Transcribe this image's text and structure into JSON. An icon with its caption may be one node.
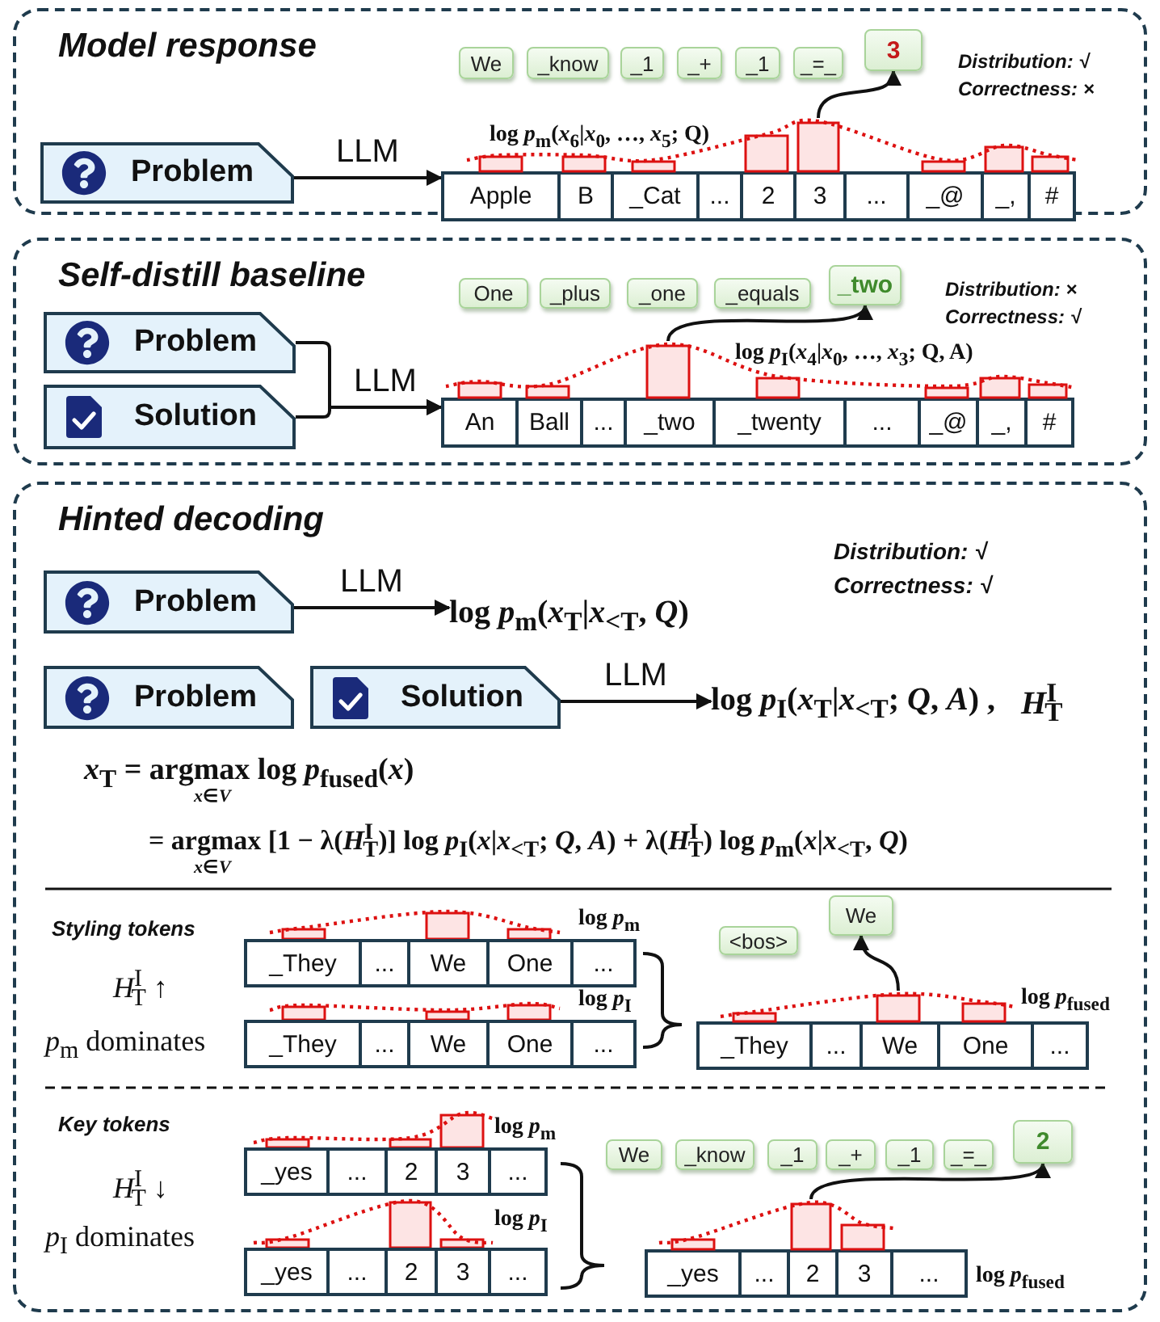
{
  "diagram": {
    "nodes": [
      {
        "text": [
          "Model response"
        ]
      },
      {
        "text": [
          "Problem"
        ],
        "in": 0
      },
      {
        "text": [
          "Apple",
          "B",
          "_Cat",
          "...",
          "2",
          "3",
          "...",
          "_@",
          "_,",
          "#"
        ],
        "in": 0
      },
      {
        "text": [
          "We"
        ],
        "in": 0
      },
      {
        "text": [
          "_know"
        ],
        "in": 0
      },
      {
        "text": [
          "_1"
        ],
        "in": 0
      },
      {
        "text": [
          "_+"
        ],
        "in": 0
      },
      {
        "text": [
          "_1"
        ],
        "in": 0
      },
      {
        "text": [
          "_=_"
        ],
        "in": 0
      },
      {
        "text": [
          "3"
        ],
        "in": 0
      },
      {
        "text": [],
        "shape": "picture",
        "in": 0
      },
      {
        "text": [
          "Self-distill baseline"
        ]
      },
      {
        "text": [
          "Problem"
        ],
        "in": 11
      },
      {
        "text": [
          "Solution"
        ],
        "in": 11
      },
      {
        "text": [
          "An",
          "Ball",
          "...",
          "_two",
          "_twenty",
          "...",
          "_@",
          "_,",
          "#"
        ],
        "in": 11
      },
      {
        "text": [
          "One"
        ],
        "in": 11
      },
      {
        "text": [
          "_plus"
        ],
        "in": 11
      },
      {
        "text": [
          "_one"
        ],
        "in": 11
      },
      {
        "text": [
          "_equals"
        ],
        "in": 11
      },
      {
        "text": [
          "_two"
        ],
        "in": 11
      },
      {
        "text": [],
        "shape": "picture",
        "in": 11
      },
      {
        "text": [
          "Hinted decoding"
        ]
      },
      {
        "text": [
          "Problem"
        ],
        "in": 21
      },
      {
        "text": [
          "log *p*$_{m}$(*x*$_{T}$|*x*$_{<T}$, *Q*)"
        ],
        "in": 21
      },
      {
        "text": [
          "Problem"
        ],
        "in": 21
      },
      {
        "text": [
          "Solution"
        ],
        "in": 21
      },
      {
        "text": [
          "log *p*$_{I}$(*x*$_{T}$|*x*$_{<T}$; *Q*, *A*) ,",
          "*H*$^{I}$$_{T}$"
        ],
        "in": 21
      },
      {
        "text": [
          "_They",
          "...",
          "We",
          "One",
          "..."
        ],
        "in": 21,
        "beside": [
          "log *p*$_{m}$"
        ]
      },
      {
        "text": [
          "_They",
          "...",
          "We",
          "One",
          "..."
        ],
        "in": 21,
        "beside": [
          "log *p*$_{I}$"
        ]
      },
      {
        "text": [
          "_They",
          "...",
          "We",
          "One",
          "..."
        ],
        "in": 21,
        "beside": [
          "log *p*$_{fused}$"
        ]
      },
      {
        "text": [
          "<bos>"
        ],
        "in": 21
      },
      {
        "text": [
          "We"
        ],
        "in": 21
      },
      {
        "text": [],
        "shape": "picture",
        "in": 21
      },
      {
        "text": [
          "_yes",
          "...",
          "2",
          "3",
          "..."
        ],
        "in": 21,
        "beside": [
          "log *p*$_{m}$"
        ]
      },
      {
        "text": [
          "_yes",
          "...",
          "2",
          "3",
          "..."
        ],
        "in": 21,
        "beside": [
          "log *p*$_{I}$"
        ]
      },
      {
        "text": [
          "_yes",
          "...",
          "2",
          "3",
          "..."
        ],
        "in": 21,
        "beside": [
          "log *p*$_{fused}$"
        ]
      },
      {
        "text": [
          "We"
        ],
        "in": 21
      },
      {
        "text": [
          "_know"
        ],
        "in": 21
      },
      {
        "text": [
          "_1"
        ],
        "in": 21
      },
      {
        "text": [
          "_+"
        ],
        "in": 21
      },
      {
        "text": [
          "_1"
        ],
        "in": 21
      },
      {
        "text": [
          "_=_"
        ],
        "in": 21
      },
      {
        "text": [
          "2"
        ],
        "in": 21
      },
      {
        "text": [],
        "shape": "picture",
        "in": 21
      }
    ],
    "edges": [
      {
        "from": 1,
        "to": 2,
        "arrow": "to",
        "label": "LLM"
      },
      {
        "from": 10,
        "to": 9,
        "arrow": "to"
      },
      {
        "from": 12,
        "to": 14,
        "arrow": "to",
        "label": "LLM"
      },
      {
        "from": 13,
        "to": 14,
        "arrow": "to"
      },
      {
        "from": 20,
        "to": 19,
        "arrow": "to"
      },
      {
        "from": 22,
        "to": 23,
        "arrow": "to",
        "label": "LLM"
      },
      {
        "from": 25,
        "to": 26,
        "arrow": "to",
        "label": "LLM"
      },
      {
        "from": 32,
        "to": 31,
        "arrow": "to"
      },
      {
        "from": 43,
        "to": 42,
        "arrow": "to"
      }
    ],
    "labels": [
      "Distribution: √",
      "Correctness: ×",
      "log *p*$_{m}$(*x*$_{6}$|*x*$_{0}$, …, *x*$_{5}$; Q)",
      "Distribution: ×",
      "Correctness: √",
      "log *p*$_{I}$(*x*$_{4}$|*x*$_{0}$, …, *x*$_{3}$; Q, A)",
      "Distribution: √",
      "Correctness: √",
      "*x*$_{T}$ = argmax log *p*$_{fused}$(*x*)",
      "*x*∈*V*",
      "= argmax [1 − λ(*H*$^{I}$$_{T}$)] log *p*$_{I}$(*x*|*x*$_{<T}$; *Q*, *A*) + λ(*H*$^{I}$$_{T}$) log *p*$_{m}$(*x*|*x*$_{<T}$, *Q*)",
      "*x*∈*V*",
      "Styling tokens",
      "*H*$^{I}$$_{T}$ ↑",
      "*p*$_{m}$ dominates",
      "Key tokens",
      "*H*$^{I}$$_{T}$ ↓",
      "*p*$_{I}$ dominates"
    ]
  }
}
